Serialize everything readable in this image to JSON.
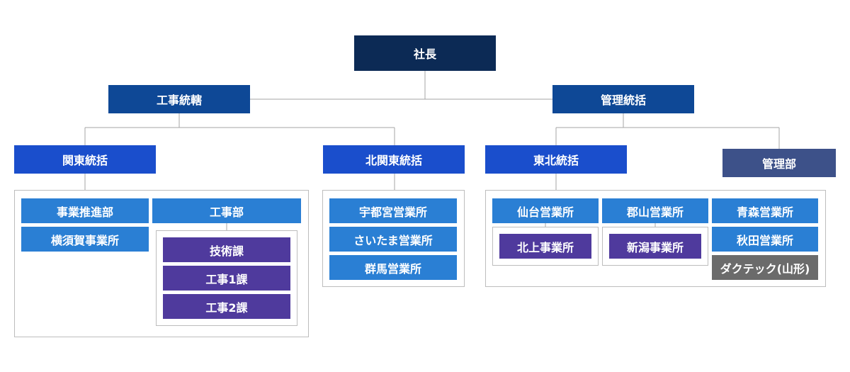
{
  "colors": {
    "president": "#0c2a55",
    "division": "#0e4896",
    "region": "#1a4ecc",
    "admin": "#3d5189",
    "office": "#2a7fd4",
    "section": "#4f3a9d",
    "affiliate": "#6b6b6b",
    "frame": "#bdbdbd",
    "line": "#a6a6a6"
  },
  "org": {
    "president": "社長",
    "construction_division": "工事統轄",
    "admin_division": "管理統括",
    "kanto": {
      "title": "関東統括",
      "project_promotion": "事業推進部",
      "yokosuka": "横須賀事業所",
      "construction_dept": "工事部",
      "sections": [
        "技術課",
        "工事1課",
        "工事2課"
      ]
    },
    "kita_kanto": {
      "title": "北関東統括",
      "offices": [
        "宇都宮営業所",
        "さいたま営業所",
        "群馬営業所"
      ]
    },
    "tohoku": {
      "title": "東北統括",
      "sendai": "仙台営業所",
      "kitakami": "北上事業所",
      "koriyama": "郡山営業所",
      "niigata": "新潟事業所",
      "aomori": "青森営業所",
      "akita": "秋田営業所",
      "dactec": "ダクテック(山形)"
    },
    "admin_dept": "管理部"
  }
}
